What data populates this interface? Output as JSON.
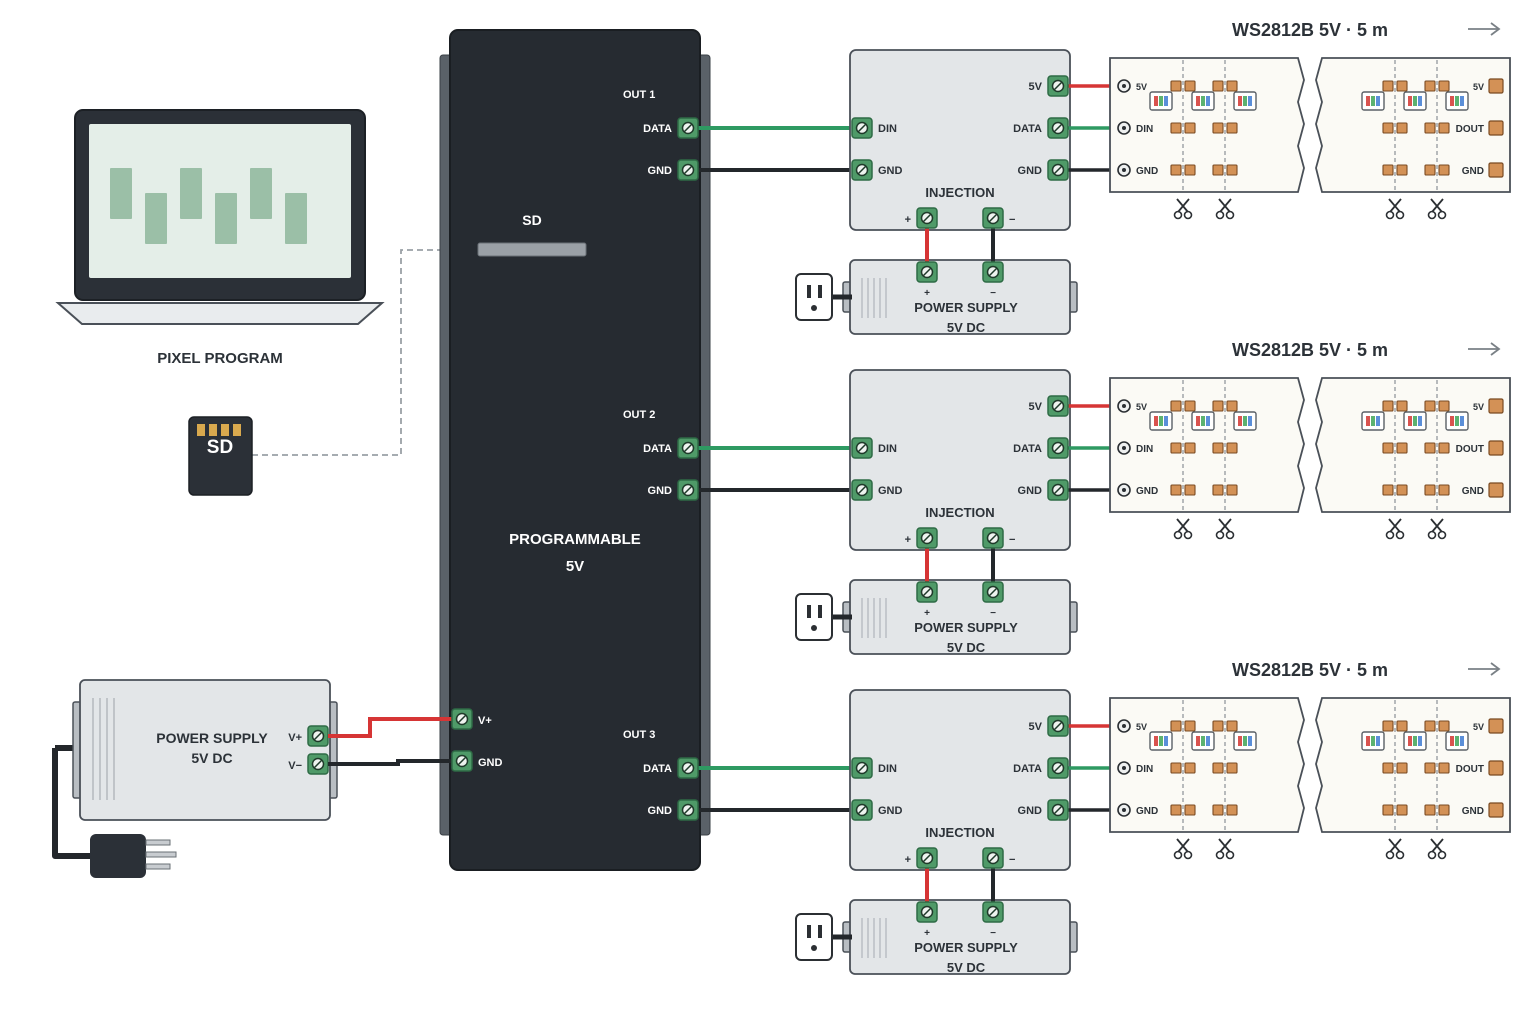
{
  "computer": {
    "caption": "PIXEL PROGRAM"
  },
  "sd_card": {
    "label": "SD"
  },
  "controller": {
    "line1": "PROGRAMMABLE",
    "line2": "5V",
    "sd_slot_label": "SD",
    "outputs": [
      {
        "title": "OUT 1",
        "data_label": "DATA",
        "gnd_label": "GND"
      },
      {
        "title": "OUT 2",
        "data_label": "DATA",
        "gnd_label": "GND"
      },
      {
        "title": "OUT 3",
        "data_label": "DATA",
        "gnd_label": "GND"
      }
    ],
    "power_inputs": {
      "vplus_label": "V+",
      "gnd_label": "GND"
    }
  },
  "main_psu": {
    "line1": "POWER SUPPLY",
    "line2": "5V DC",
    "vplus_label": "V+",
    "vminus_label": "V−"
  },
  "injection": {
    "title": "INJECTION",
    "din_label": "DIN",
    "gnd_in_label": "GND",
    "v5_label": "5V",
    "data_label": "DATA",
    "gnd_out_label": "GND",
    "plus_label": "+",
    "minus_label": "−"
  },
  "local_psu": {
    "line1": "POWER SUPPLY",
    "line2": "5V DC",
    "plus_label": "+",
    "minus_label": "−"
  },
  "strip": {
    "title": "WS2812B 5V · 5 m",
    "in_5v_label": "5V",
    "din_label": "DIN",
    "in_gnd_label": "GND",
    "out_5v_label": "5V",
    "dout_label": "DOUT",
    "out_gnd_label": "GND"
  },
  "icons": [
    "laptop-icon",
    "sd-card-icon",
    "wall-outlet-icon",
    "power-plug-icon",
    "scissors-icon",
    "arrow-right-icon",
    "terminal-screw-icon"
  ],
  "colors": {
    "controller_body": "#262b31",
    "box_fill": "#e3e6e8",
    "box_stroke": "#4a5058",
    "terminal_green": "#4f9a68",
    "wire_red": "#d63535",
    "wire_green": "#2e9a62",
    "wire_black": "#23272b",
    "copper_pad": "#d39156",
    "screen_bar": "#9bbfa7",
    "strip_fill": "#fbfaf5"
  }
}
